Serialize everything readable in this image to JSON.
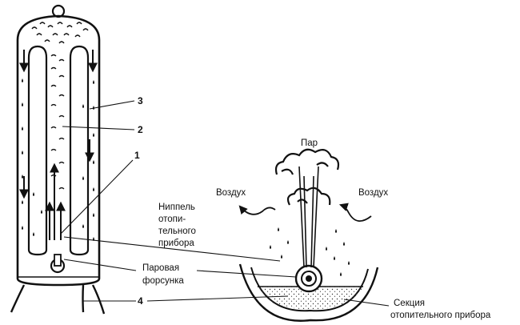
{
  "labels": {
    "num_3": "3",
    "num_2": "2",
    "num_1": "1",
    "num_4": "4",
    "steam": "Пар",
    "air_left": "Воздух",
    "air_right": "Воздух",
    "nipple_line1": "Ниппель",
    "nipple_line2": "отопи-",
    "nipple_line3": "тельного",
    "nipple_line4": "прибора",
    "nozzle_line1": "Паровая",
    "nozzle_line2": "форсунка",
    "section_line1": "Секция",
    "section_line2": "отопительного прибора"
  },
  "colors": {
    "ink": "#111111",
    "paper": "#ffffff"
  }
}
